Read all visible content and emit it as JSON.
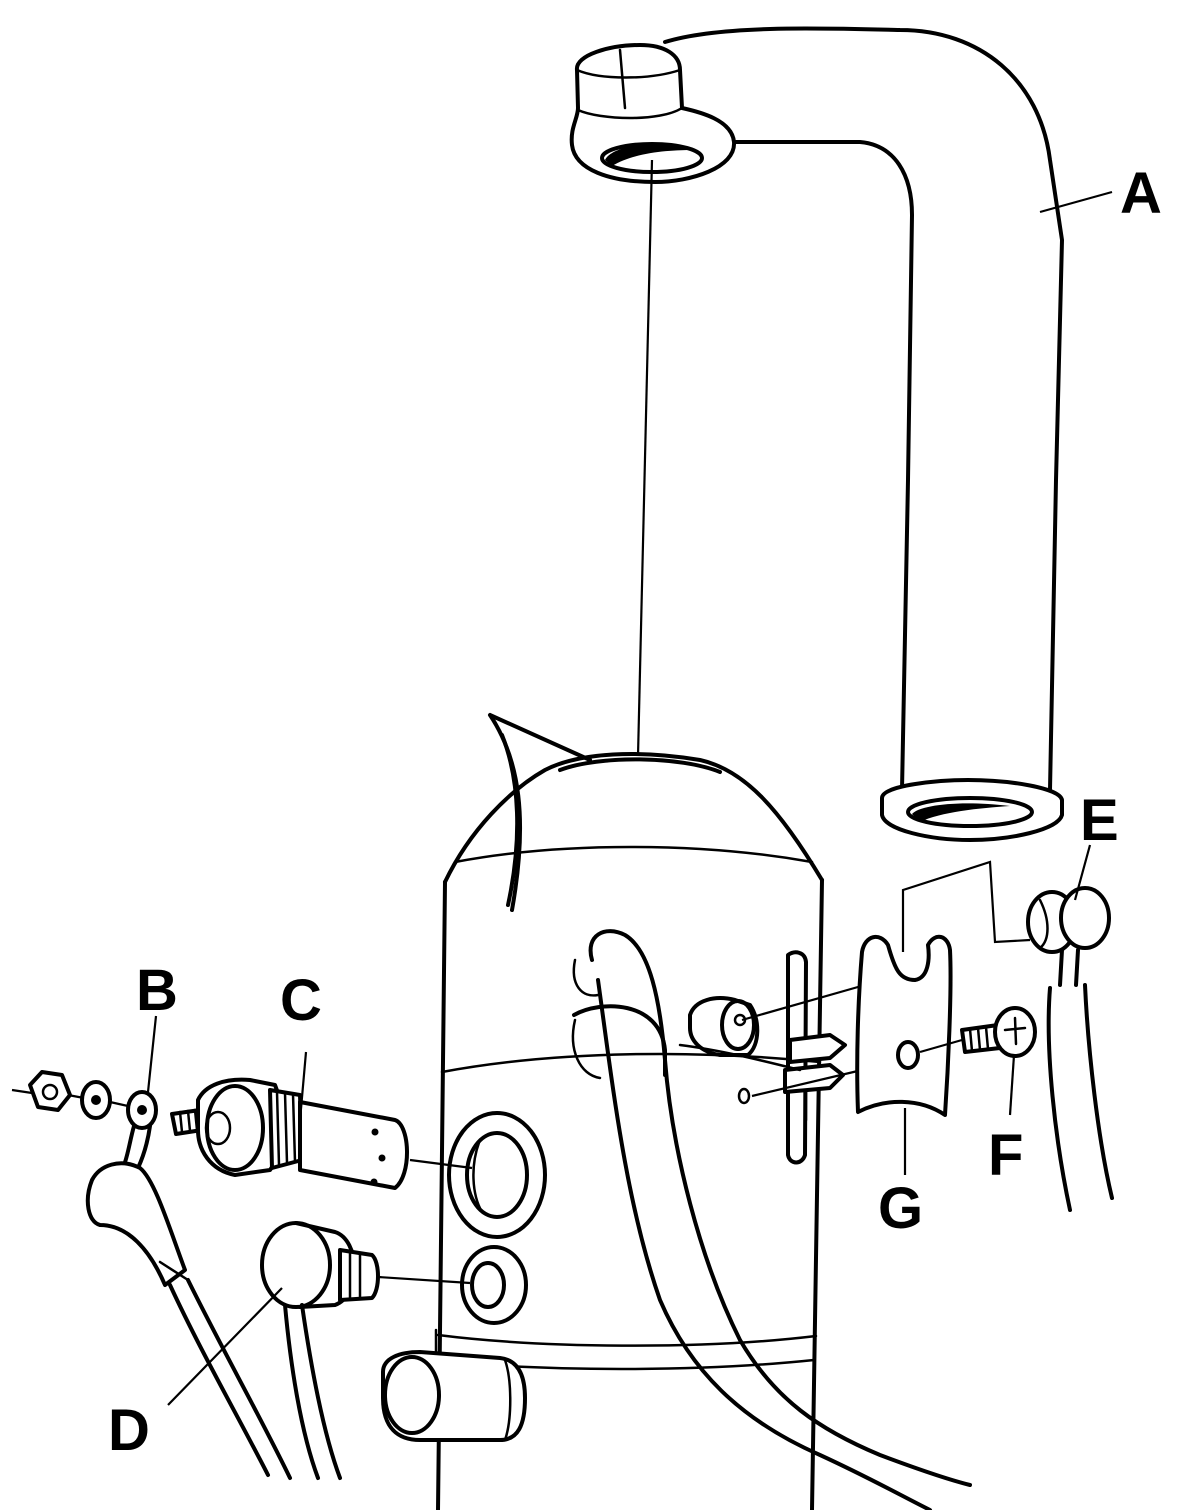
{
  "labels": {
    "A": "A",
    "B": "B",
    "C": "C",
    "D": "D",
    "E": "E",
    "F": "F",
    "G": "G"
  },
  "colors": {
    "ink": "#000000",
    "paper": "#ffffff"
  }
}
